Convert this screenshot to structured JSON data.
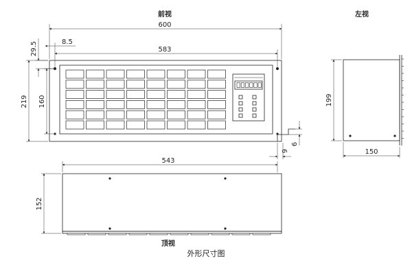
{
  "views": {
    "front": "前视",
    "left": "左视",
    "top": "顶视"
  },
  "dimensions": {
    "front_width": "600",
    "panel_width": "583",
    "side_offset": "8.5",
    "top_offset": "29.5",
    "front_height": "219",
    "panel_height": "160",
    "bracket_height": "6",
    "bracket_width": "9",
    "left_height": "199",
    "left_depth": "150",
    "top_width": "543",
    "top_depth": "152"
  },
  "caption": "外形尺寸图"
}
